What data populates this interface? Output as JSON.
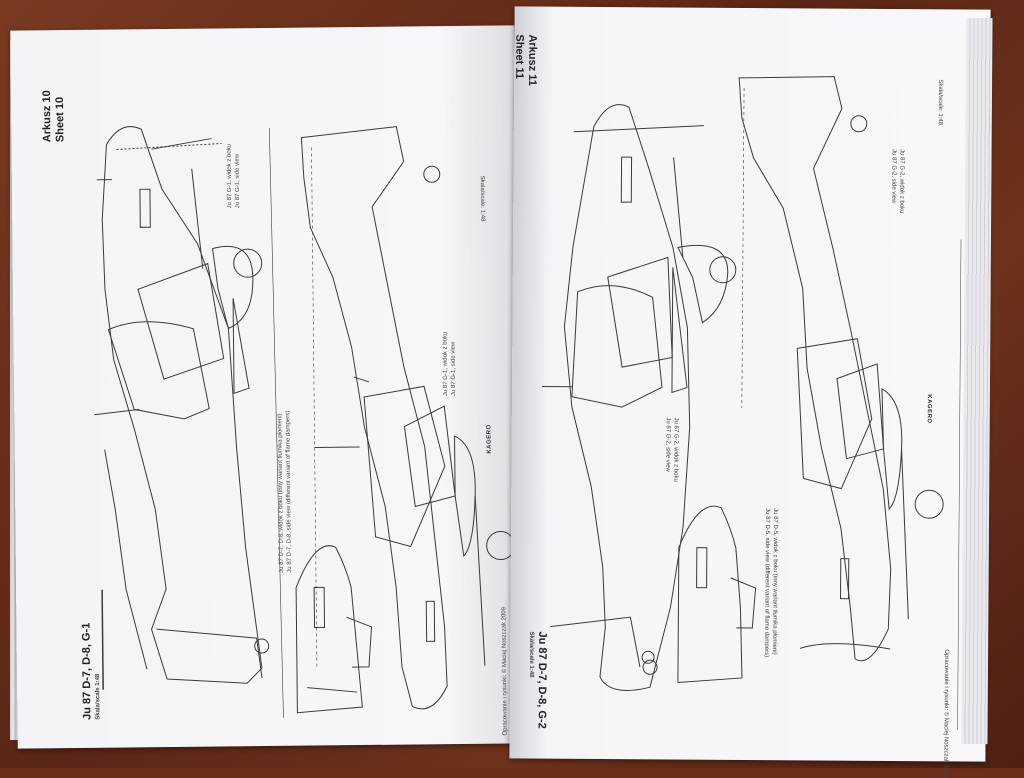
{
  "left_page": {
    "sheet_pl": "Arkusz 10",
    "sheet_en": "Sheet 10",
    "scale_label": "Skala/scale: 1:48",
    "caption_top_pl": "Ju 87 G-1, widok z boku",
    "caption_top_en": "Ju 87 G-1, side view",
    "caption_mid_pl": "Ju 87 G-1, widok z boku",
    "caption_mid_en": "Ju 87 G-1, side view",
    "caption_d_pl": "Ju 87 D-7, D-8, widok z boku (inny wariant tłumika płomieni)",
    "caption_d_en": "Ju 87 D-7, D-8, side view (different variant of flame dampers)",
    "brand": "KAGERO",
    "title": "Ju 87 D-7, D-8, G-1",
    "subtitle": "Skala/scale 1:48",
    "credit": "Opracowanie i rysunki: © Maciej Noszczak 2009"
  },
  "right_page": {
    "sheet_pl": "Arkusz 11",
    "sheet_en": "Sheet 11",
    "scale_label": "Skala/scale: 1:48",
    "caption_top_pl": "Ju 87 G-2, widok z boku",
    "caption_top_en": "Ju 87 G-2, side view",
    "caption_mid_pl": "Ju 87 G-2, widok z boku",
    "caption_mid_en": "Ju 87 G-2, side view",
    "caption_d_pl": "Ju 87 D-5, widok z boku (inny wariant tłumika płomieni)",
    "caption_d_en": "Ju 87 D-5, side view (different variant of flame dampers)",
    "brand": "KAGERO",
    "title": "Ju 87 D-7, D-8, G-2",
    "subtitle": "Skala/scale 1:48",
    "credit": "Opracowanie i rysunki: © Maciej Noszczak 2009"
  },
  "colors": {
    "table": "#6b2f1c",
    "paper": "#f6f6f8",
    "line": "#3a3a3a"
  }
}
